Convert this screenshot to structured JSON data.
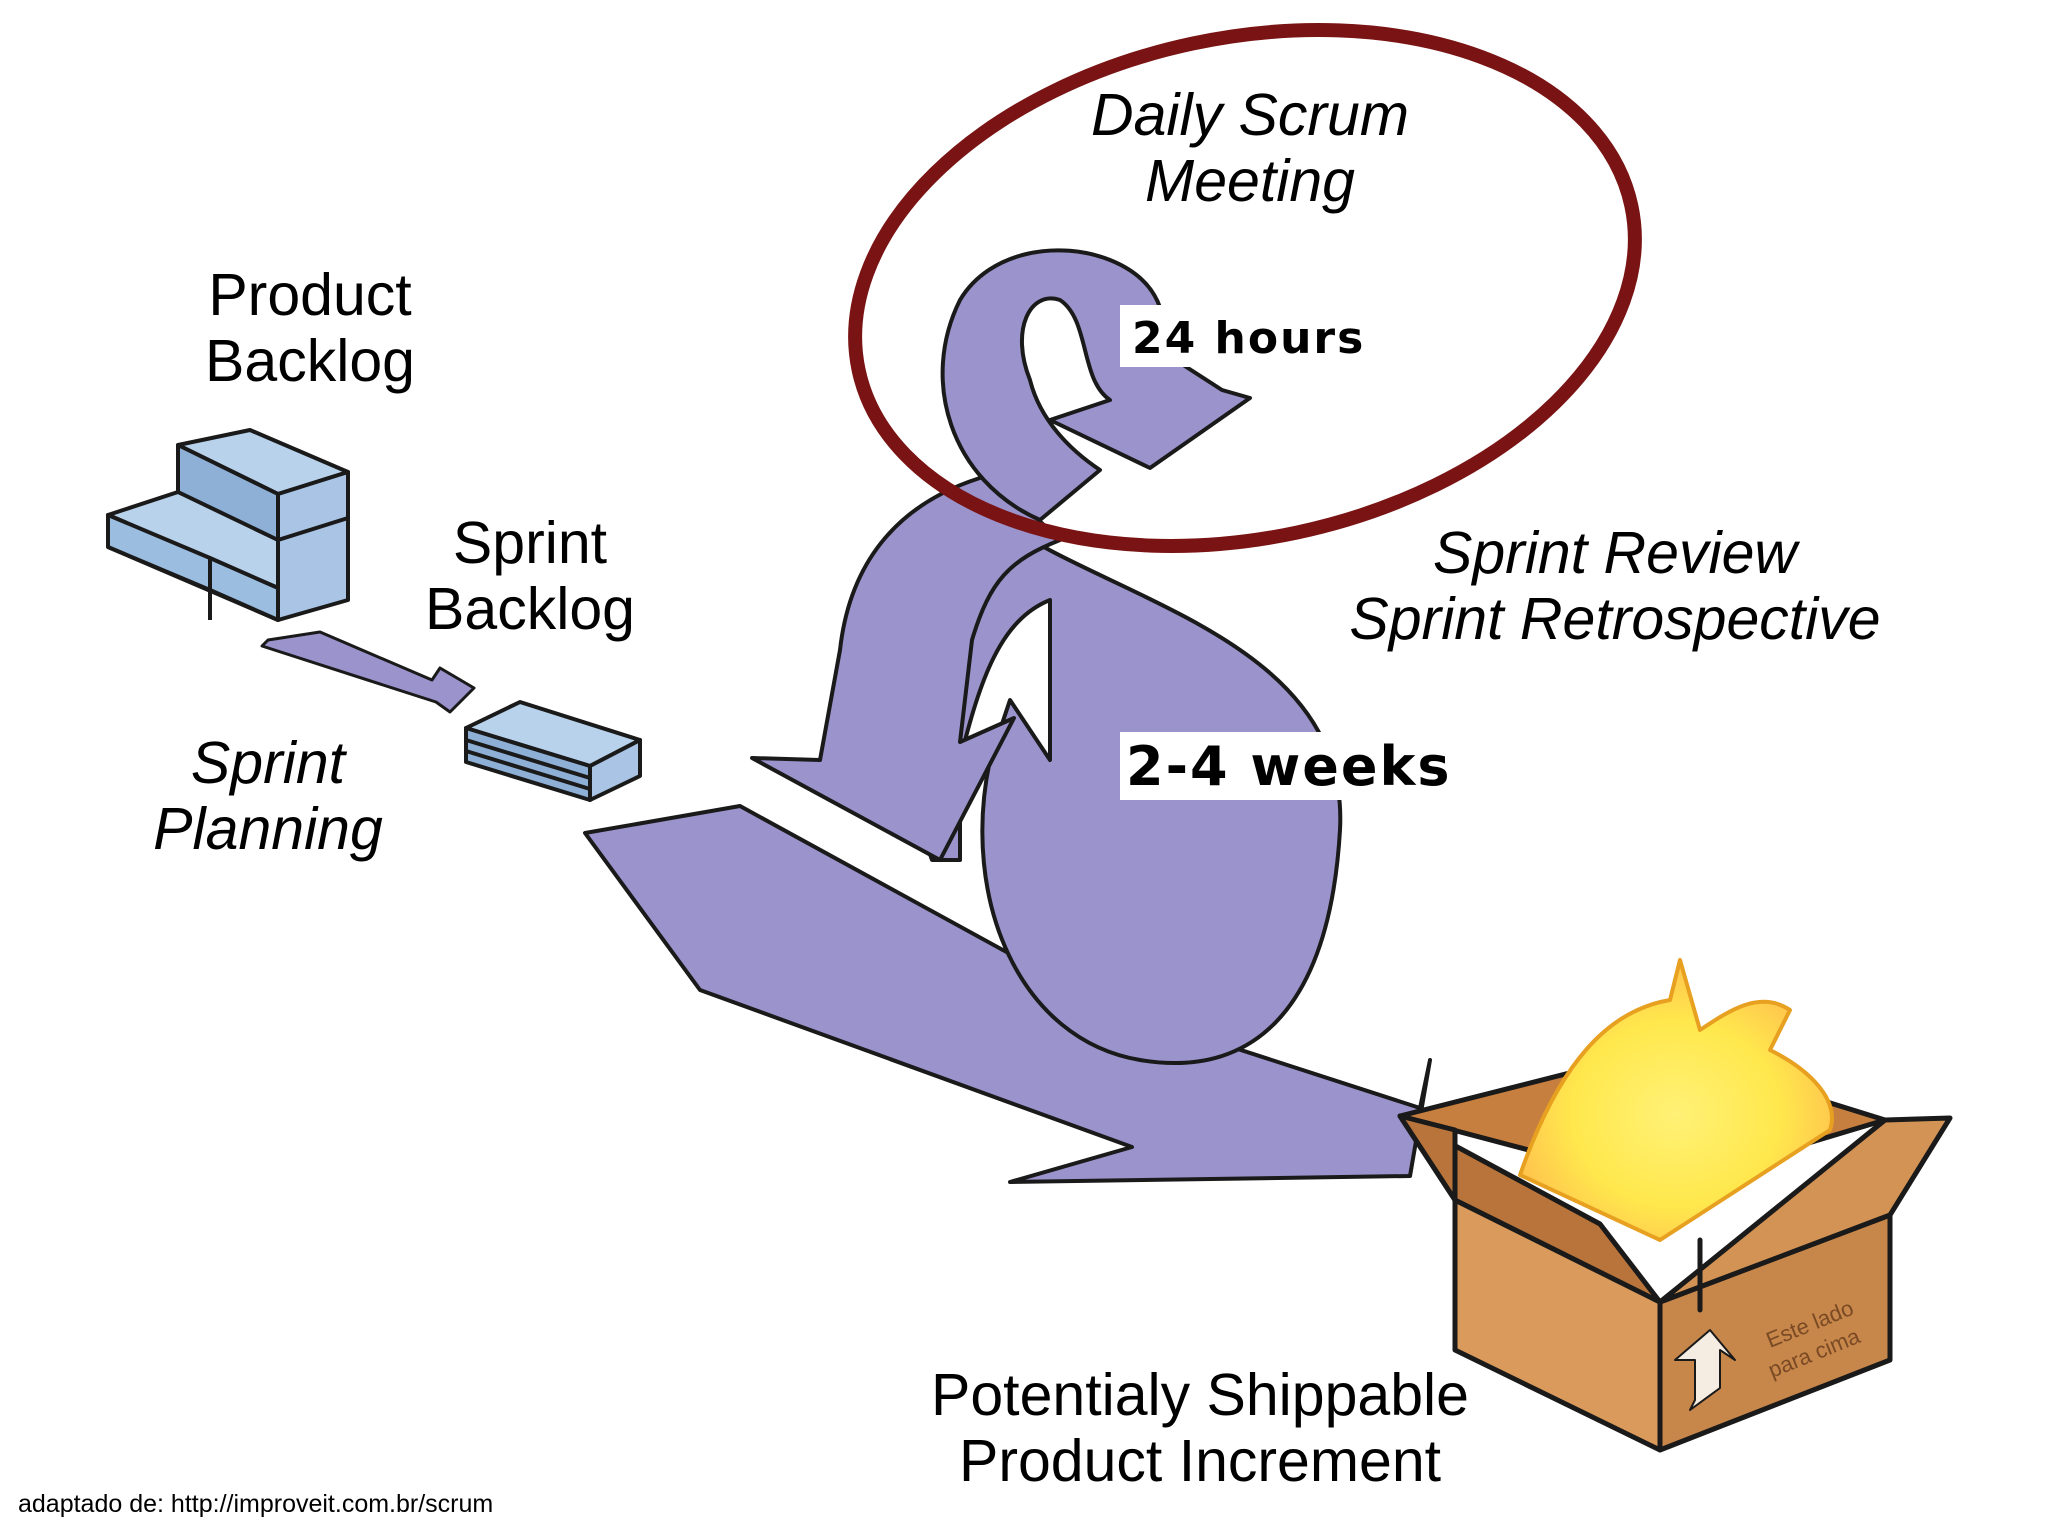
{
  "labels": {
    "product_backlog": [
      "Product",
      "Backlog"
    ],
    "sprint_backlog": [
      "Sprint",
      "Backlog"
    ],
    "sprint_planning": [
      "Sprint",
      "Planning"
    ],
    "daily_scrum": [
      "Daily Scrum",
      "Meeting"
    ],
    "cycle_24h": "24 hours",
    "cycle_weeks": "2-4 weeks",
    "review": [
      "Sprint Review",
      "Sprint Retrospective"
    ],
    "increment": [
      "Potentialy Shippable",
      "Product Increment"
    ],
    "box_text": [
      "Este lado",
      "para cima"
    ],
    "source": "adaptado de: http://improveit.com.br/scrum"
  },
  "colors": {
    "arrow_fill": "#9b93cc",
    "arrow_stroke": "#1a1a1a",
    "highlight_ring": "#7a1414",
    "backlog_blue": "#9bbde0",
    "box_tan": "#d99a5c",
    "glow_yellow": "#ffe84d"
  }
}
